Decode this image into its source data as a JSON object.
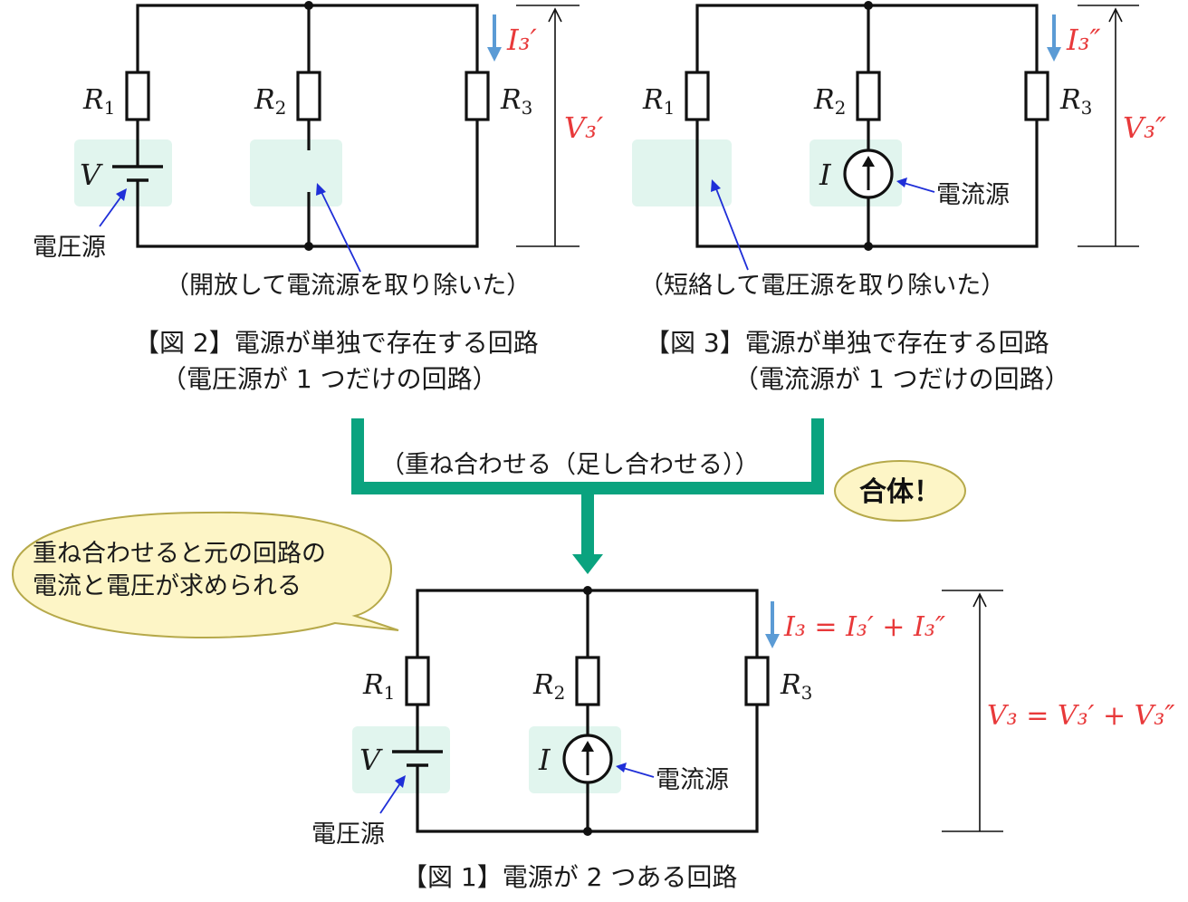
{
  "labels": {
    "R1": "R",
    "R1_sub": "1",
    "R2": "R",
    "R2_sub": "2",
    "R3": "R",
    "R3_sub": "3",
    "V": "V",
    "I": "I",
    "voltage_source": "電圧源",
    "current_source": "電流源"
  },
  "fig2": {
    "note": "（開放して電流源を取り除いた）",
    "caption_line1": "【図 2】電源が単独で存在する回路",
    "caption_line2": "（電圧源が 1 つだけの回路）",
    "current_label": "I₃′",
    "voltage_label": "V₃′"
  },
  "fig3": {
    "note": "（短絡して電圧源を取り除いた）",
    "caption_line1": "【図 3】電源が単独で存在する回路",
    "caption_line2": "（電流源が 1 つだけの回路）",
    "current_label": "I₃″",
    "voltage_label": "V₃″"
  },
  "merge": {
    "label": "（重ね合わせる（足し合わせる））",
    "badge": "合体！",
    "bubble_line1": "重ね合わせると元の回路の",
    "bubble_line2": "電流と電圧が求められる"
  },
  "fig1": {
    "caption": "【図 1】電源が 2 つある回路",
    "current_eq": "I₃ = I₃′ + I₃″",
    "voltage_eq": "V₃ = V₃′ + V₃″"
  },
  "colors": {
    "highlight": "#e1f5ee",
    "accent_red": "#e8393a",
    "arrow_green": "#0aa37f",
    "pointer_blue": "#1f2fd8",
    "current_arrow_blue": "#5b9bd5",
    "bubble_fill": "#fdf5c6",
    "bubble_stroke": "#b6a94a"
  }
}
